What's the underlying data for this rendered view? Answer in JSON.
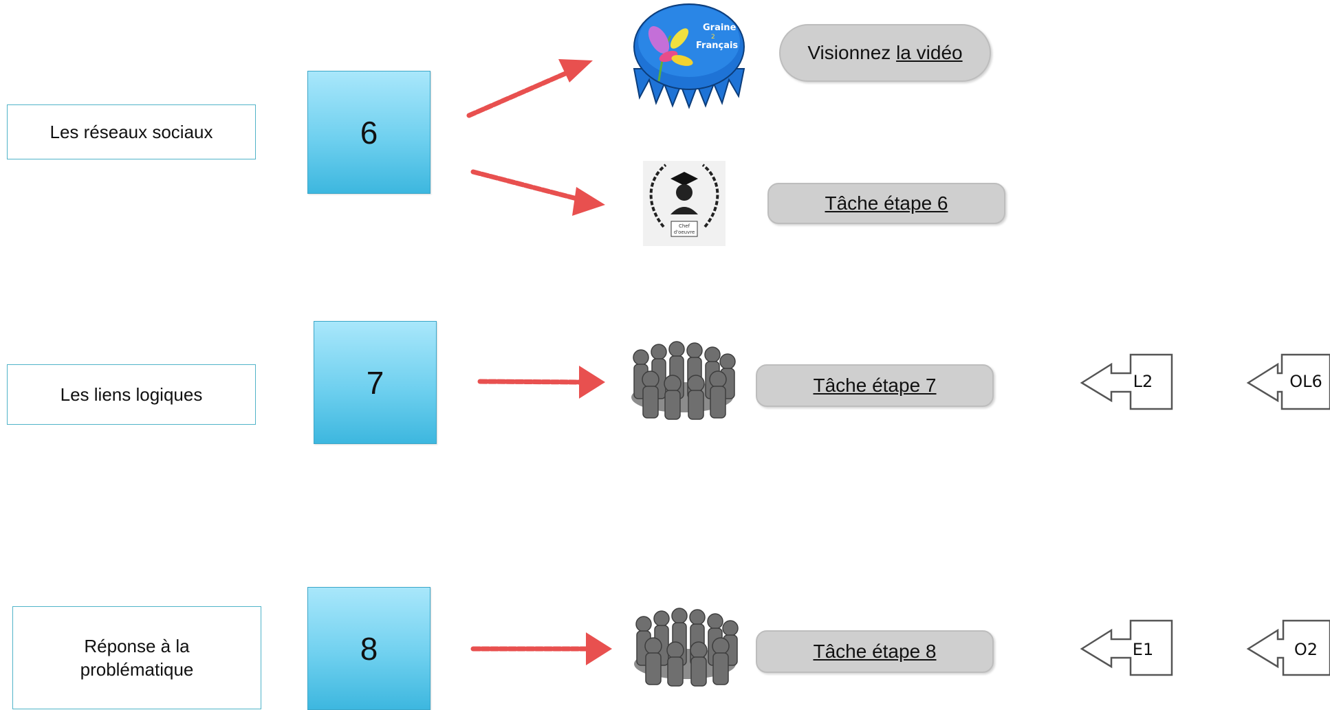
{
  "rows": [
    {
      "topic": "Les réseaux sociaux",
      "step": "6",
      "video": {
        "prefix": "Visionnez ",
        "link": "la vidéo"
      },
      "badge": {
        "top": "Graine",
        "mid": "2",
        "bottom": "Français"
      },
      "certificate": {
        "line1": "Chef",
        "line2": "d'oeuvre"
      },
      "task": "Tâche étape 6"
    },
    {
      "topic": "Les liens logiques",
      "step": "7",
      "task": "Tâche étape 7",
      "codes": [
        "L2",
        "OL6"
      ]
    },
    {
      "topic_lines": [
        "Réponse à la",
        "problématique"
      ],
      "step": "8",
      "task": "Tâche étape 8",
      "codes": [
        "E1",
        "O2"
      ]
    }
  ],
  "colors": {
    "arrow": "#e8504f",
    "step_top": "#a9e7fb",
    "step_bottom": "#3db7df",
    "topic_border": "#4fb3c8",
    "pill": "#cfcfcf",
    "badge_blue": "#1e73d6"
  }
}
